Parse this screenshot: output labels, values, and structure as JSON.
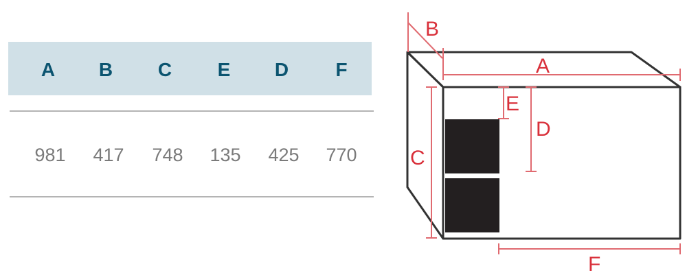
{
  "table": {
    "headers": [
      "A",
      "B",
      "C",
      "E",
      "D",
      "F"
    ],
    "values": [
      "981",
      "417",
      "748",
      "135",
      "425",
      "770"
    ]
  },
  "diagram": {
    "labels": {
      "a": "A",
      "b": "B",
      "c": "C",
      "d": "D",
      "e": "E",
      "f": "F"
    },
    "colors": {
      "dimension": "#d9303a",
      "outline": "#333333",
      "drawer": "#231f20"
    }
  }
}
